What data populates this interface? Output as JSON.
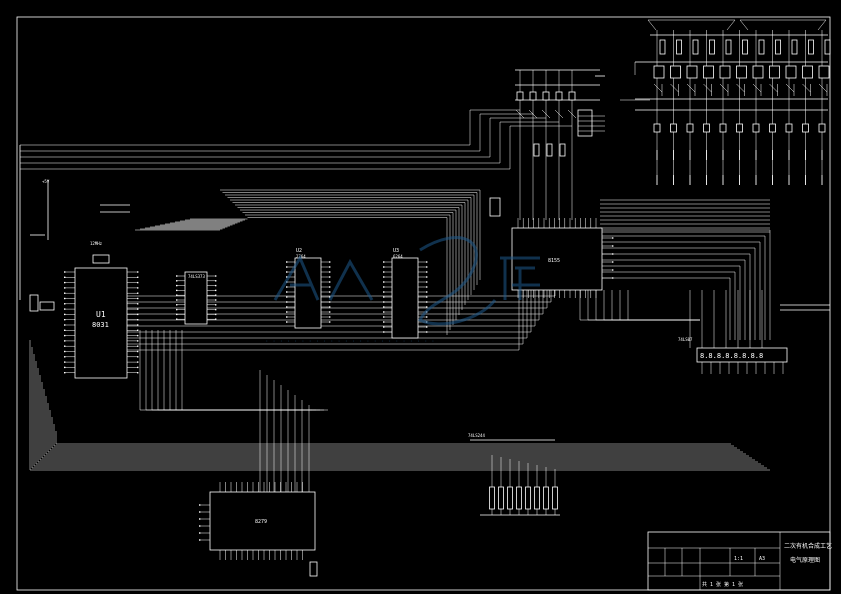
{
  "labels": {
    "u1_ref": "U1",
    "u1_part": "8031",
    "osc_label": "12MHz",
    "latch_label": "74LS373",
    "u2_ref": "U2",
    "u2_part": "2764",
    "u3_ref": "U3",
    "u3_part": "6264",
    "u4_part": "8155",
    "u5_part": "8279",
    "vcc_label": "+5V",
    "led_driver_label": "74LS07",
    "led_driver_label2": "74LS244",
    "display_label": "8.8.8.8.8.8.8.8"
  },
  "title_block": {
    "title_line1": "二次有机合成工艺",
    "title_line2": "电气原理图",
    "sheet": "共 1 张 第 1 张",
    "scale": "1:1",
    "drawing_no": "A3"
  },
  "colors": {
    "background": "#000000",
    "lines": "#ffffff",
    "watermark": "#1e5a8c"
  }
}
